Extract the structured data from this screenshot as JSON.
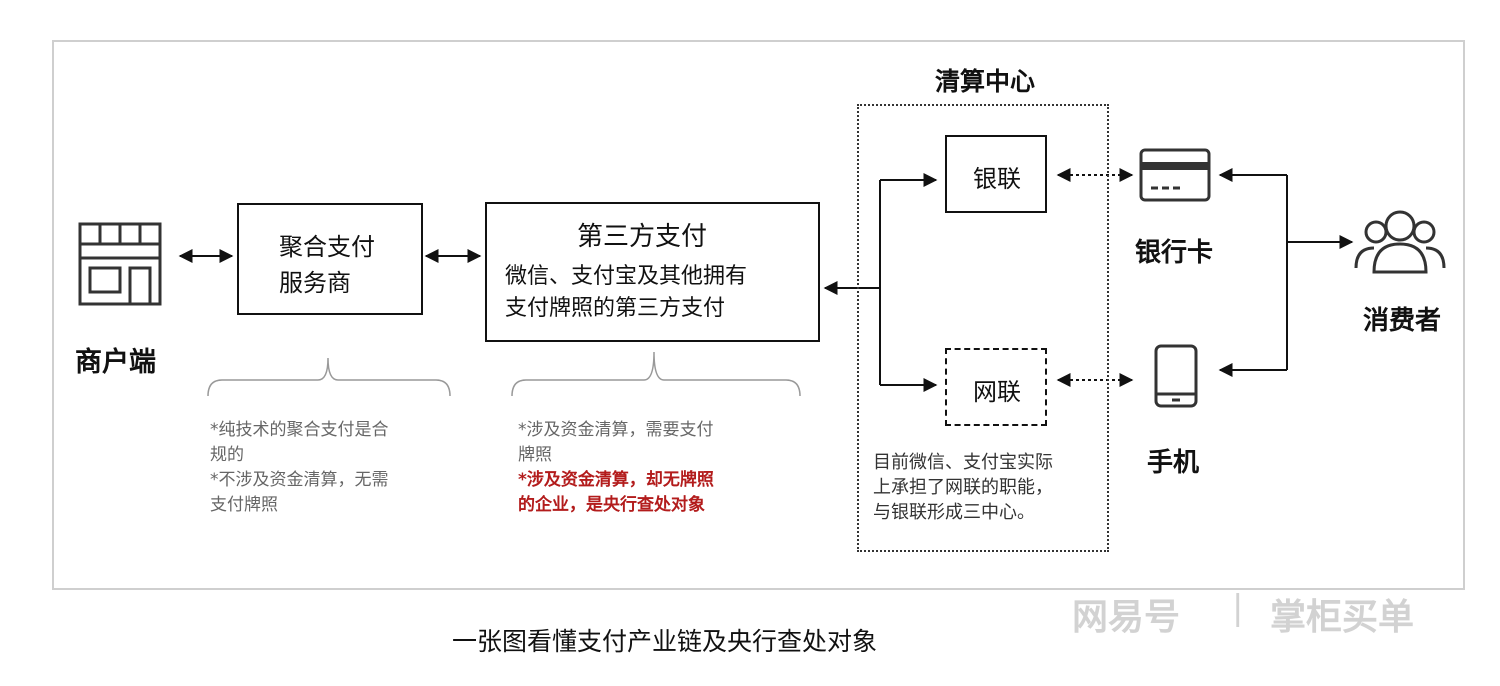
{
  "merchant": {
    "label": "商户端"
  },
  "aggregator": {
    "line1": "聚合支付",
    "line2": "服务商"
  },
  "aggregator_notes": {
    "line1": "*纯技术的聚合支付是合",
    "line2": "规的",
    "line3": "*不涉及资金清算，无需",
    "line4": "支付牌照"
  },
  "third_party": {
    "title": "第三方支付",
    "line1": "微信、支付宝及其他拥有",
    "line2": "支付牌照的第三方支付"
  },
  "third_party_notes": {
    "line1": "*涉及资金清算，需要支付",
    "line2": "牌照",
    "line3": "*涉及资金清算，却无牌照",
    "line4": "的企业，是央行查处对象"
  },
  "clearing_center": {
    "title": "清算中心",
    "unionpay": "银联",
    "netunion": "网联",
    "note_line1": "目前微信、支付宝实际",
    "note_line2": "上承担了网联的职能，",
    "note_line3": "与银联形成三中心。"
  },
  "bank_card": {
    "label": "银行卡"
  },
  "phone": {
    "label": "手机"
  },
  "consumer": {
    "label": "消费者"
  },
  "caption": "一张图看懂支付产业链及央行查处对象",
  "watermark": {
    "left": "网易号",
    "separator": "|",
    "right": "掌柜买单"
  },
  "colors": {
    "highlight": "#b31c1c",
    "note_gray": "#666666",
    "line": "#111111"
  }
}
